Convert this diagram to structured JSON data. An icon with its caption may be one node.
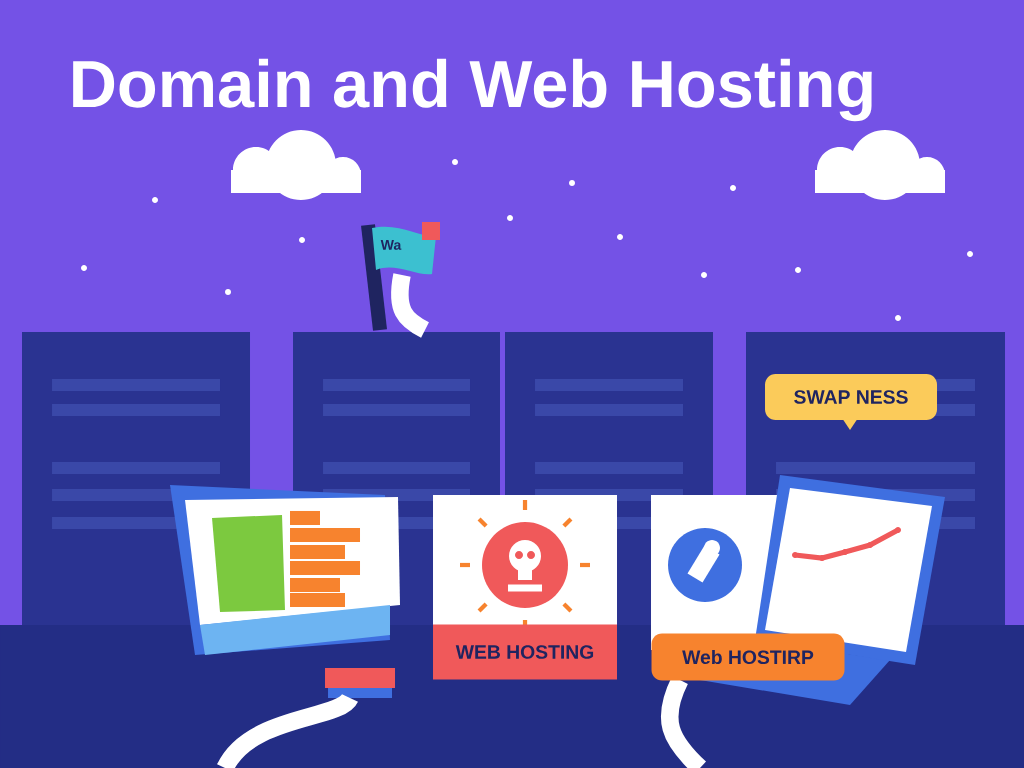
{
  "diagram": {
    "title": "Domain and Web Hosting",
    "nodes": [
      {
        "text": [
          "Wa"
        ]
      },
      {
        "text": [
          "SWAP NESS"
        ]
      },
      {
        "text": [
          "WEB HOSTING"
        ]
      },
      {
        "text": [
          "Web HOSTIRP"
        ]
      }
    ]
  }
}
